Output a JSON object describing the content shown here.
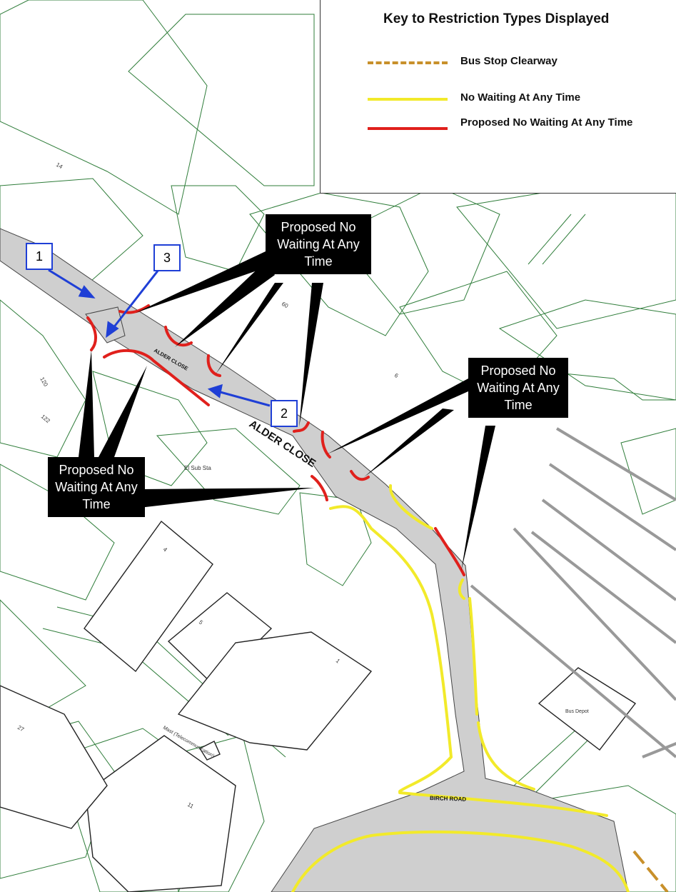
{
  "key": {
    "title": "Key to Restriction Types Displayed",
    "items": [
      {
        "label": "Bus Stop Clearway",
        "color": "#c8902a",
        "style": "dashed"
      },
      {
        "label": "No Waiting At Any Time",
        "color": "#f2ea2a",
        "style": "solid"
      },
      {
        "label": "Proposed No Waiting At Any Time",
        "color": "#e0201c",
        "style": "solid"
      }
    ]
  },
  "callouts": {
    "top": "Proposed No Waiting At Any Time",
    "right": "Proposed No Waiting At Any Time",
    "left": "Proposed No Waiting At Any Time"
  },
  "markers": [
    "1",
    "2",
    "3"
  ],
  "streets": {
    "alder_close_main": "ALDER CLOSE",
    "alder_close_small": "ALDER CLOSE",
    "birch_road": "BIRCH ROAD"
  },
  "map_labels": {
    "n14": "14",
    "n60": "60",
    "n6": "6",
    "n120": "120",
    "n122": "122",
    "el_sub_sta": "El Sub Sta",
    "n4": "4",
    "n5": "5",
    "n1": "1",
    "bus_depot": "Bus Depot",
    "mast": "Mast (Telecommunication)",
    "n27": "27",
    "n11": "11"
  },
  "colors": {
    "road": "#cfcfcf",
    "building_line": "#2f7d3a",
    "no_waiting": "#f2ea2a",
    "proposed": "#e0201c",
    "arrow": "#1f3fd6"
  }
}
